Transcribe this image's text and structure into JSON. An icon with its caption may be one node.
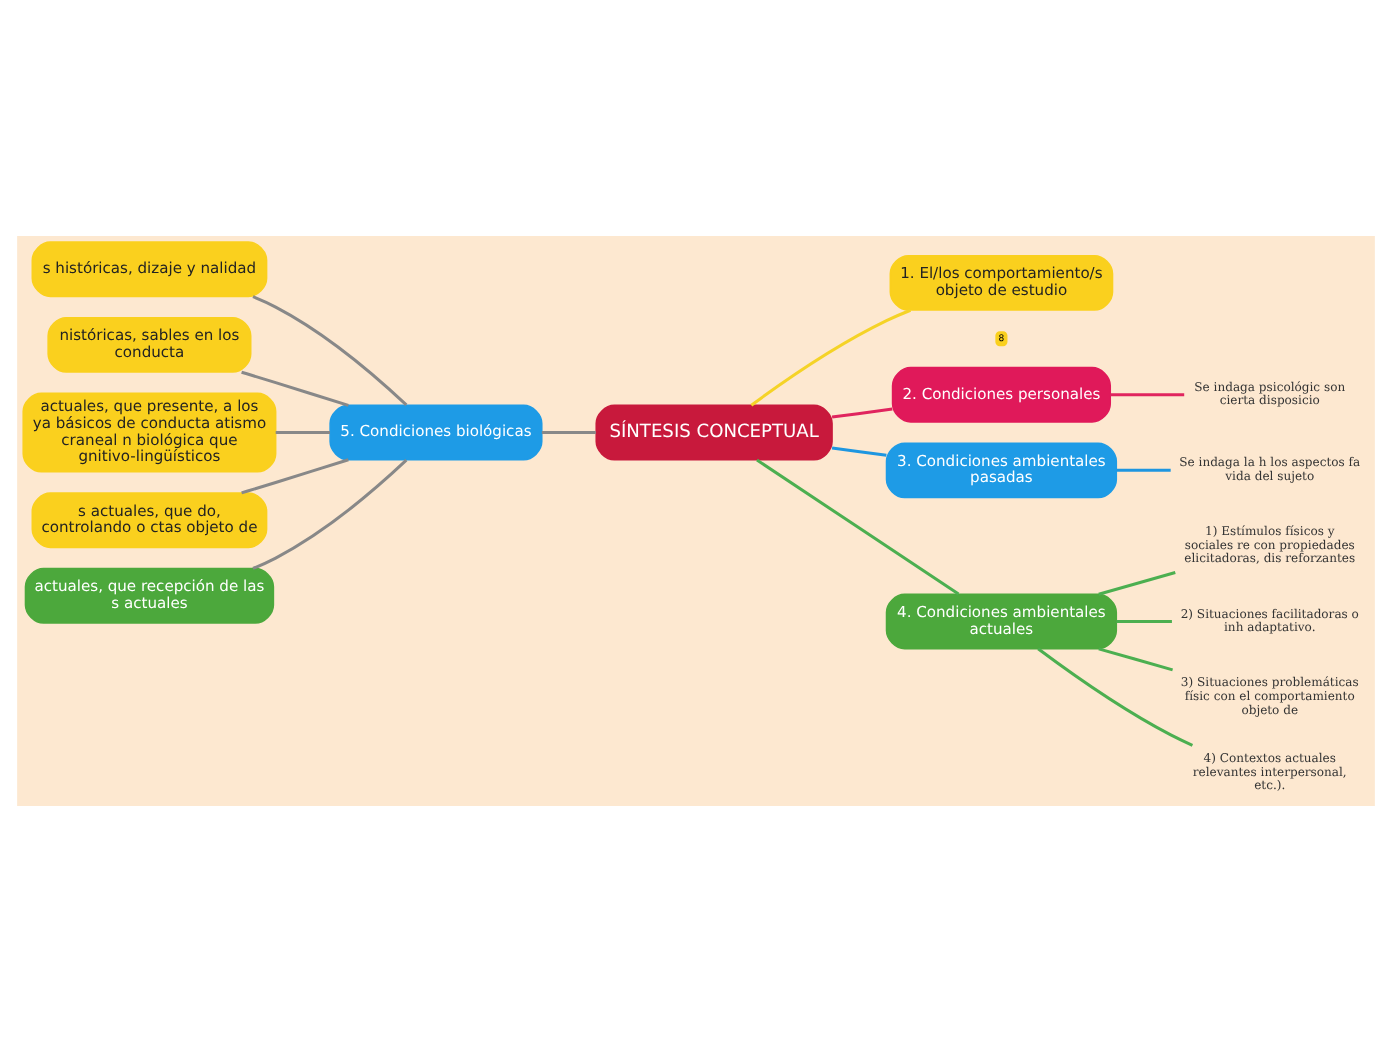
{
  "diagram": {
    "nodes": [
      {
        "text": [
          "SÍNTESIS CONCEPTUAL"
        ]
      },
      {
        "text": [
          "1. El/los comportamiento/s objeto de estudio"
        ],
        "beside": [
          "8"
        ]
      },
      {
        "text": [
          "2. Condiciones personales"
        ]
      },
      {
        "text": [
          "Se indaga psicológic son cierta disposicio"
        ]
      },
      {
        "text": [
          "3. Condiciones ambientales pasadas"
        ]
      },
      {
        "text": [
          "Se indaga la h los aspectos fa vida del sujeto"
        ]
      },
      {
        "text": [
          "4. Condiciones ambientales actuales"
        ]
      },
      {
        "text": [
          "1) Estímulos físicos y sociales re con propiedades elicitadoras, dis reforzantes"
        ]
      },
      {
        "text": [
          "2) Situaciones facilitadoras o inh adaptativo."
        ]
      },
      {
        "text": [
          "3) Situaciones problemáticas físic con el comportamiento objeto de"
        ]
      },
      {
        "text": [
          "4) Contextos actuales relevantes interpersonal, etc.)."
        ]
      },
      {
        "text": [
          "5. Condiciones biológicas"
        ]
      },
      {
        "text": [
          "s históricas, dizaje y nalidad"
        ]
      },
      {
        "text": [
          "nistóricas, sables en los conducta"
        ]
      },
      {
        "text": [
          "actuales, que presente, a los ya básicos de conducta atismo craneal n biológica que gnitivo-lingüísticos"
        ]
      },
      {
        "text": [
          "s actuales, que do, controlando o ctas objeto de"
        ]
      },
      {
        "text": [
          "actuales, que recepción de las s actuales"
        ]
      }
    ],
    "edges": [
      {
        "from": 0,
        "to": 1,
        "arrow": "none",
        "color": "#f5d327"
      },
      {
        "from": 0,
        "to": 2,
        "arrow": "none",
        "color": "#e0245e"
      },
      {
        "from": 2,
        "to": 3,
        "arrow": "none",
        "color": "#e0245e"
      },
      {
        "from": 0,
        "to": 4,
        "arrow": "none",
        "color": "#1e96e0"
      },
      {
        "from": 4,
        "to": 5,
        "arrow": "none",
        "color": "#1e96e0"
      },
      {
        "from": 0,
        "to": 6,
        "arrow": "none",
        "color": "#4caf50"
      },
      {
        "from": 6,
        "to": 7,
        "arrow": "none",
        "color": "#4caf50"
      },
      {
        "from": 6,
        "to": 8,
        "arrow": "none",
        "color": "#4caf50"
      },
      {
        "from": 6,
        "to": 9,
        "arrow": "none",
        "color": "#4caf50"
      },
      {
        "from": 6,
        "to": 10,
        "arrow": "none",
        "color": "#4caf50"
      },
      {
        "from": 0,
        "to": 11,
        "arrow": "none",
        "color": "#888888"
      },
      {
        "from": 11,
        "to": 12,
        "arrow": "none",
        "color": "#888888"
      },
      {
        "from": 11,
        "to": 13,
        "arrow": "none",
        "color": "#888888"
      },
      {
        "from": 11,
        "to": 14,
        "arrow": "none",
        "color": "#888888"
      },
      {
        "from": 11,
        "to": 15,
        "arrow": "none",
        "color": "#888888"
      },
      {
        "from": 11,
        "to": 16,
        "arrow": "none",
        "color": "#888888"
      }
    ]
  }
}
